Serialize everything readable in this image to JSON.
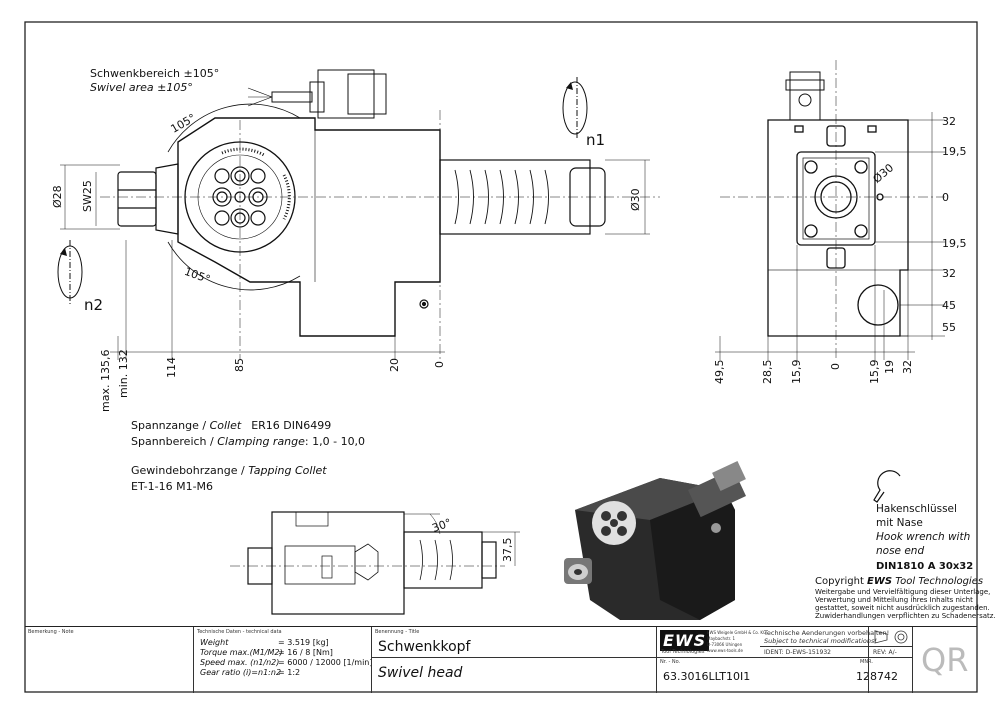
{
  "labels": {
    "swivel_de": "Schwenkbereich ±105°",
    "swivel_en": "Swivel area ±105°",
    "angle_105": "105°",
    "n1": "n1",
    "n2": "n2",
    "d28": "Ø28",
    "sw25": "SW25",
    "d30": "Ø30",
    "d30b": "Ø30",
    "angle_30": "30°",
    "dim_375": "37,5"
  },
  "bottom_dims": [
    "max. 135,6",
    "min. 132",
    "114",
    "85",
    "20",
    "0"
  ],
  "side_right_dims": [
    "32",
    "19,5",
    "0",
    "19,5",
    "32",
    "45",
    "55"
  ],
  "side_bottom_dims": [
    "49,5",
    "28,5",
    "15,9",
    "0",
    "15,9",
    "19",
    "32"
  ],
  "collet": {
    "line1_de": "Spannzange / ",
    "line1_en": "Collet",
    "line1_val": "ER16   DIN6499",
    "line2_de": "Spannbereich / ",
    "line2_en": "Clamping range",
    "line2_val": ": 1,0 - 10,0",
    "line3_de": "Gewindebohrzange / ",
    "line3_en": "Tapping Collet",
    "line4": "ET-1-16   M1-M6"
  },
  "wrench": {
    "l1": "Hakenschlüssel",
    "l2": "mit Nase",
    "l3": "Hook wrench with",
    "l4": "nose end",
    "l5": "DIN1810 A 30x32"
  },
  "copyright": {
    "title_a": "Copyright ",
    "title_b": "EWS",
    "title_c": " Tool Technologies",
    "l1": "Weitergabe und Vervielfältigung dieser Unterlage,",
    "l2": "Verwertung und Mitteilung ihres Inhalts nicht",
    "l3": "gestattet, soweit nicht ausdrücklich zugestanden.",
    "l4": "Zuwiderhandlungen verpflichten zu Schadenersatz."
  },
  "title_block": {
    "remark_label": "Bemerkung - Note",
    "tech_label": "Technische Daten - technical data",
    "weight_label": "Weight",
    "weight_val": "=  3.519 [kg]",
    "torque_label": "Torque max.(M1/M2)",
    "torque_val": "=  16 / 8 [Nm]",
    "speed_label": "Speed max. (n1/n2)",
    "speed_val": "=  6000 / 12000 [1/min]",
    "ratio_label": "Gear ratio  (i)=n1:n2",
    "ratio_val": "=  1:2",
    "name_label": "Benennung - Title",
    "name_de": "Schwenkkopf",
    "name_en": "Swivel head",
    "logo": "EWS",
    "logo_sub": "Tool Technologies",
    "company": "EWS Weigele GmbH & Co. KG",
    "addr1": "Maybachstr. 1",
    "addr2": "D-73066 Uhingen",
    "web": "www.ews-tools.de",
    "changes_de": "Technische Aenderungen vorbehalten!",
    "changes_en": "Subject to technical modifications!",
    "ident": "IDENT:  D-EWS-151932",
    "rev": "REV:  A/-",
    "nr_label": "Nr. - No.",
    "nr_val": "63.3016LLT10I1",
    "mnr_label": "MNR.",
    "mnr_val": "128742",
    "qr": "QR"
  }
}
